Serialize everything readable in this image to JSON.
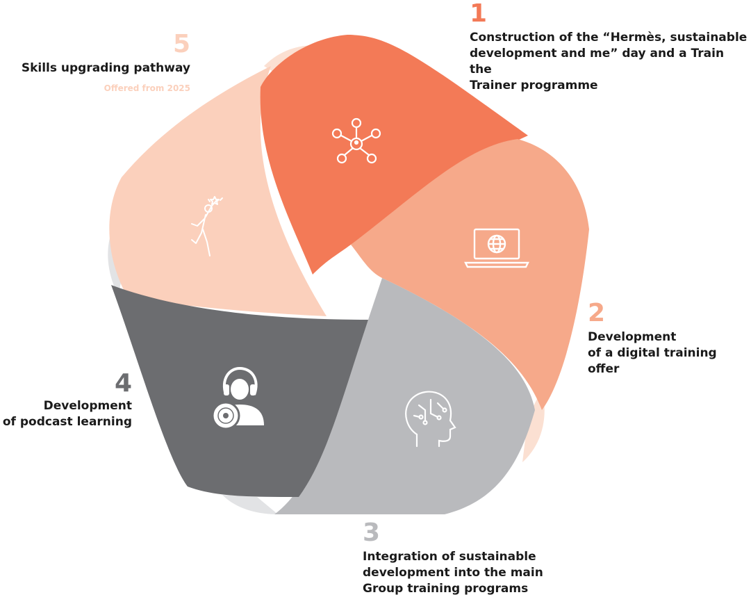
{
  "colors": {
    "orange": "#f37a57",
    "salmon": "#f6a98a",
    "peach": "#fbd0bc",
    "light_gray": "#b9babd",
    "dark_gray": "#6c6d70",
    "shadow_peach": "#fbe0d2",
    "shadow_gray": "#e2e3e5"
  },
  "steps": [
    {
      "number": "1",
      "title": "Construction of the “Hermès, sustainable development and me” day and a Train the Trainer programme",
      "lines": [
        "Construction of the “Hermès, sustainable",
        "development and me” day and a Train the",
        "Trainer programme"
      ],
      "icon": "network-people-icon"
    },
    {
      "number": "2",
      "title": "Development of a digital training offer",
      "lines": [
        "Development",
        "of a digital training offer"
      ],
      "icon": "laptop-globe-icon"
    },
    {
      "number": "3",
      "title": "Integration of sustainable development into the main Group training programs",
      "lines": [
        "Integration of sustainable",
        "development into the main",
        "Group training programs"
      ],
      "icon": "brain-circuit-icon"
    },
    {
      "number": "4",
      "title": "Development of podcast learning",
      "lines": [
        "Development",
        "of podcast learning"
      ],
      "icon": "headphones-person-disc-icon"
    },
    {
      "number": "5",
      "title": "Skills upgrading pathway",
      "lines": [
        "Skills upgrading pathway"
      ],
      "subtitle": "Offered from 2025",
      "icon": "person-reaching-star-icon"
    }
  ]
}
